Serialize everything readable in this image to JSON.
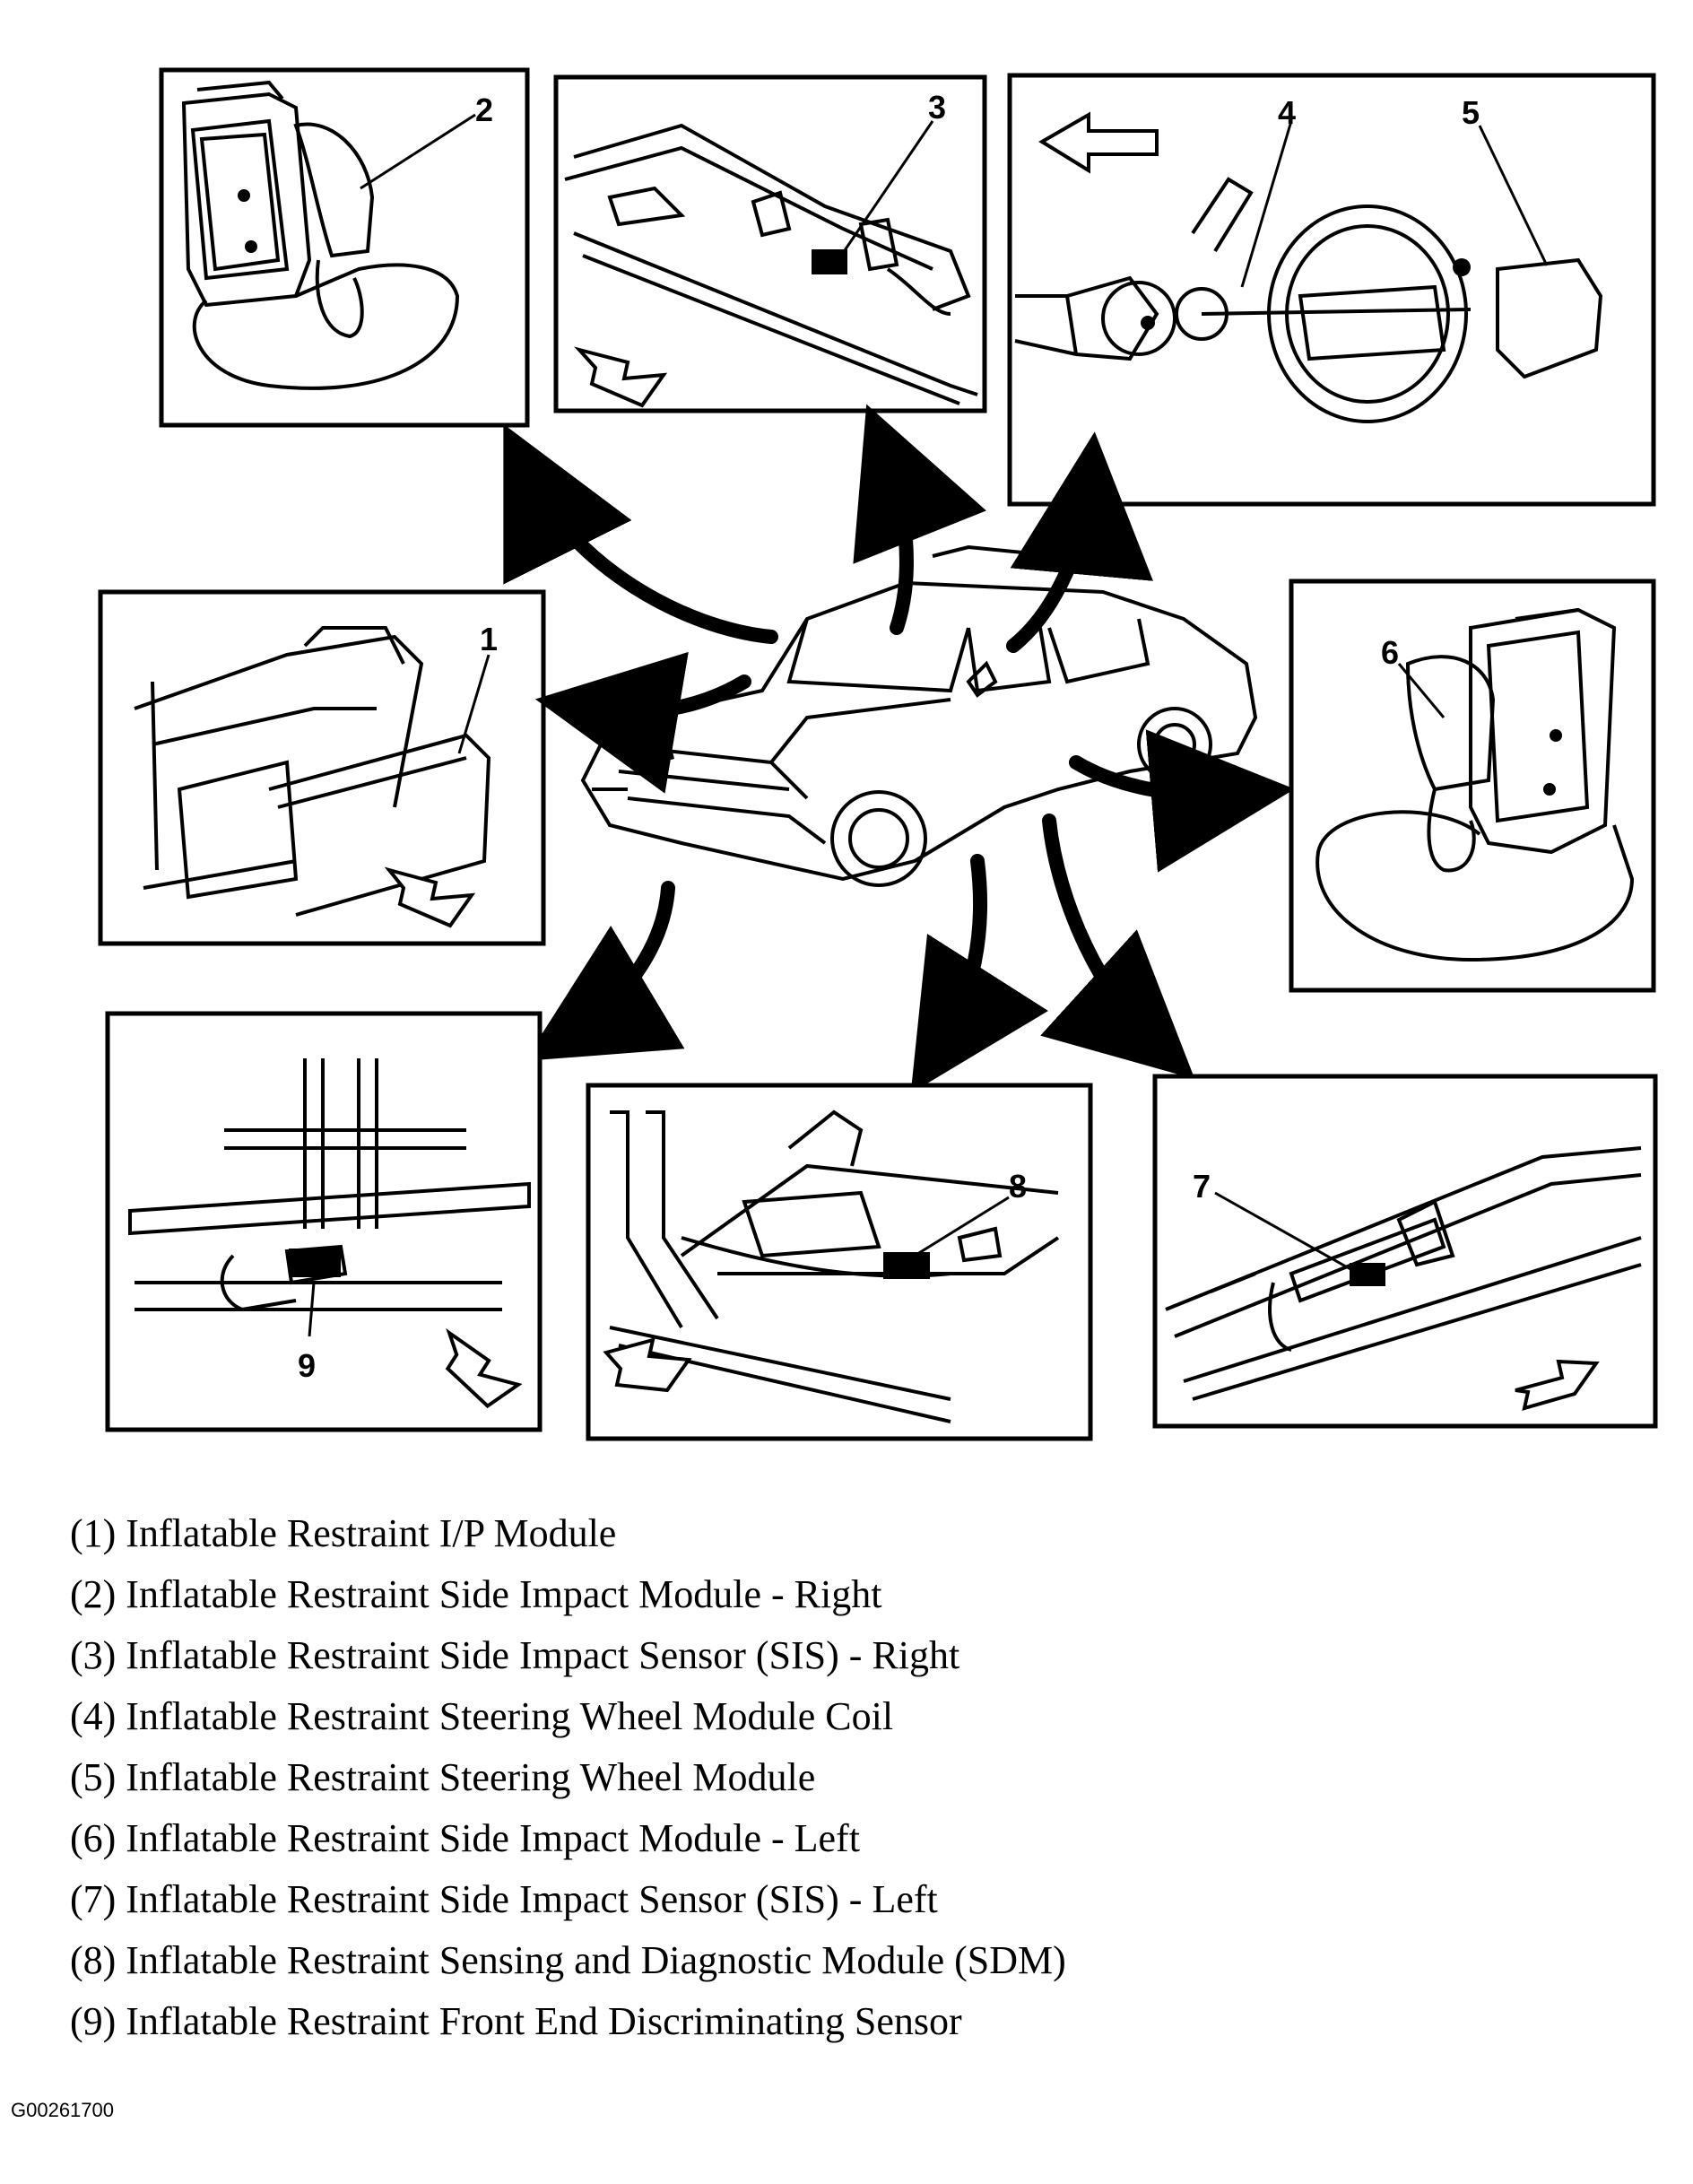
{
  "callouts": [
    "1",
    "2",
    "3",
    "4",
    "5",
    "6",
    "7",
    "8",
    "9"
  ],
  "legend": [
    "(1) Inflatable Restraint I/P Module",
    "(2) Inflatable Restraint Side Impact Module - Right",
    "(3) Inflatable Restraint Side Impact Sensor (SIS) - Right",
    "(4) Inflatable Restraint Steering Wheel Module Coil",
    "(5) Inflatable Restraint Steering Wheel Module",
    "(6) Inflatable Restraint Side Impact Module - Left",
    "(7) Inflatable Restraint Side Impact Sensor (SIS) - Left",
    "(8) Inflatable Restraint Sensing and Diagnostic Module (SDM)",
    "(9) Inflatable Restraint Front End Discriminating Sensor"
  ],
  "figure_code": "G00261700",
  "colors": {
    "ink": "#000000",
    "paper": "#ffffff"
  }
}
